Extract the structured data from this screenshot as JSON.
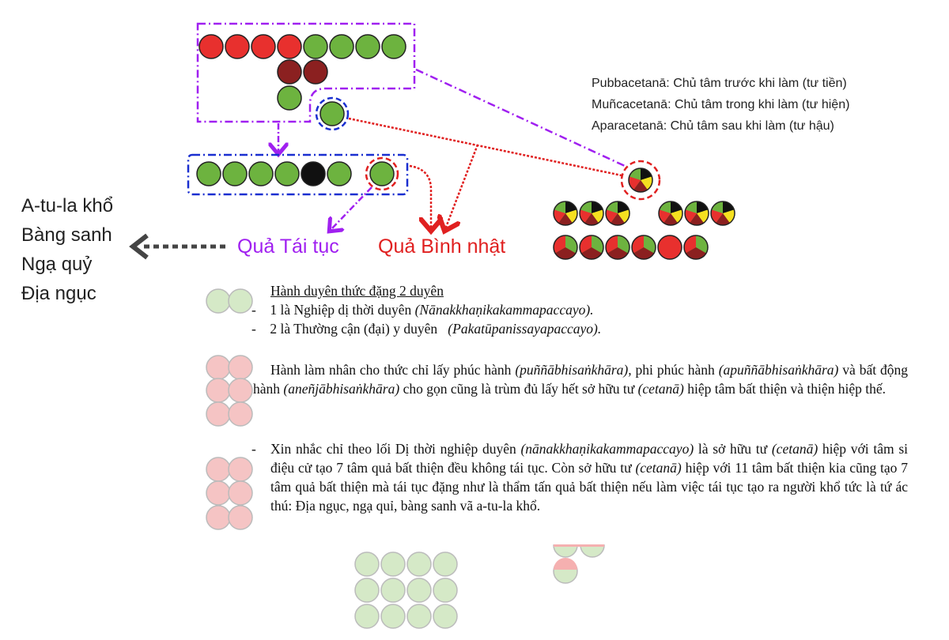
{
  "notes": [
    "Pubbacetanā: Chủ tâm trước khi làm (tư tiền)",
    "Muñcacetanā: Chủ tâm trong khi làm (tư hiện)",
    "Aparacetanā: Chủ tâm sau khi làm (tư hậu)"
  ],
  "realms": [
    "A-tu-la khổ",
    "Bàng sanh",
    "Ngạ quỷ",
    "Địa ngục"
  ],
  "labels": {
    "rebirth": "Quả Tái tục",
    "ongoing": "Quả Bình nhật"
  },
  "doc": {
    "heading": "Hành duyên thức đặng 2 duyên",
    "item1": "1 là Nghiệp dị thời duyên ",
    "item1_pali": "(Nānakkhaṇikakammapaccayo).",
    "item2": "2 là Thường cận (đại) y duyên   ",
    "item2_pali": "(Pakatūpanissayapaccayo).",
    "p1a": "Hành làm nhân cho thức chỉ lấy phúc hành ",
    "p1b": "(puññābhisaṅkhāra),",
    "p1c": " phi phúc hành ",
    "p1d": "(apuññābhisaṅkhāra)",
    "p1e": " và bất động hành ",
    "p1f": "(aneñjābhisaṅkhāra)",
    "p1g": " cho gọn cũng là trùm đủ lấy hết sở hữu tư ",
    "p1h": "(cetanā)",
    "p1i": " hiệp tâm bất thiện và thiện hiệp thế.",
    "p2a": "Xin nhắc chỉ theo lối Dị thời nghiệp duyên ",
    "p2b": "(nānakkhaṇikakammapaccayo)",
    "p2c": " là sở hữu tư ",
    "p2d": "(cetanā)",
    "p2e": " hiệp với tâm si điệu cử tạo 7 tâm quả bất thiện đều không tái tục. Còn sở hữu tư ",
    "p2f": "(cetanā)",
    "p2g": " hiệp với 11 tâm bất thiện kia cũng tạo 7 tâm quả bất thiện mà tái tục đặng như là thẩm tấn quả bất thiện nếu làm việc tái tục tạo ra người khổ tức là tứ ác thú: Địa ngục, ngạ quỉ, bàng sanh vã a-tu-la khổ."
  },
  "colors": {
    "red": "#e8302e",
    "green": "#6db33f",
    "darkred": "#8b2020",
    "black": "#111111",
    "yellow": "#f5e020",
    "purple": "#a020f0",
    "blue": "#1a2fd0"
  }
}
